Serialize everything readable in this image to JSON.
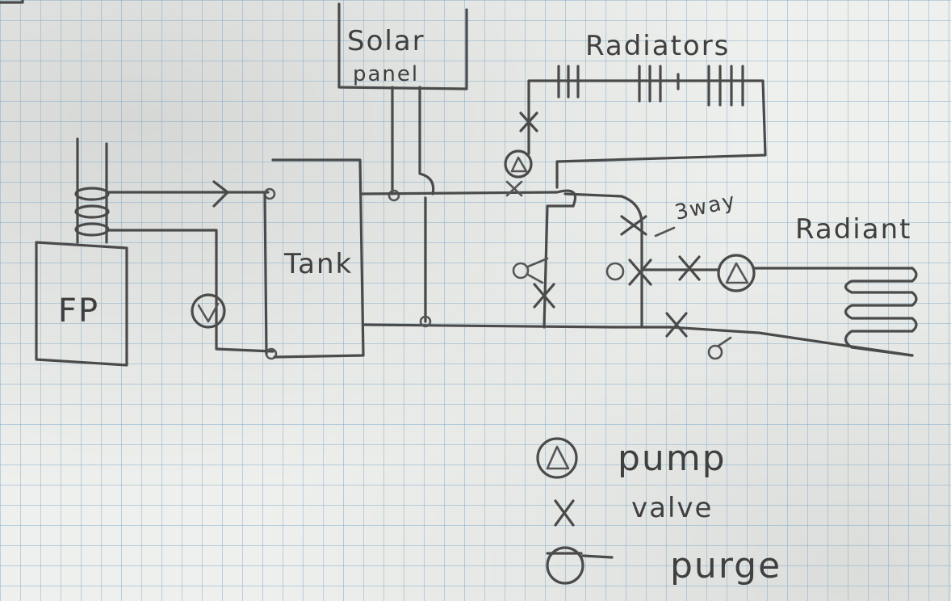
{
  "labels": {
    "solar_line1": "Solar",
    "solar_line2": "panel",
    "radiators": "Radiators",
    "fp": "FP",
    "tank": "Tank",
    "three_way": "3way",
    "radiant": "Radiant"
  },
  "legend": {
    "pump": "pump",
    "valve": "valve",
    "purge": "purge"
  },
  "colors": {
    "ink": "#4a4a4a",
    "paper": "#eef0ed",
    "grid": "#78a5c8"
  }
}
